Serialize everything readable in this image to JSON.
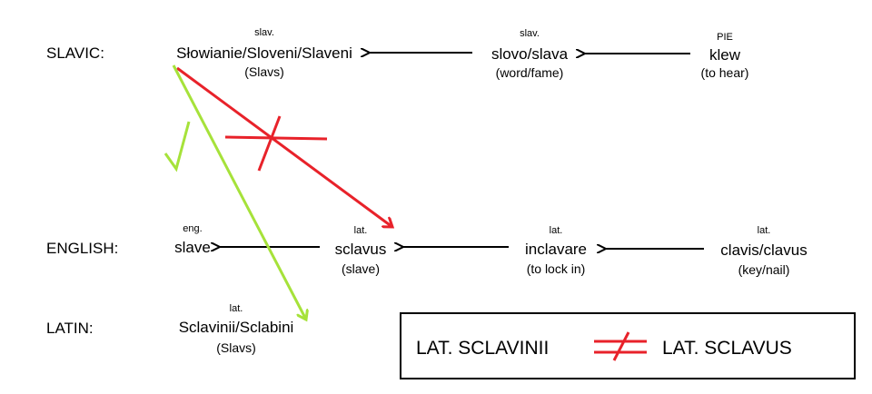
{
  "rows": {
    "slavic": "SLAVIC:",
    "english": "ENGLISH:",
    "latin": "LATIN:"
  },
  "nodes": {
    "slavic_slav": {
      "tag": "slav.",
      "word": "Słowianie/Sloveni/Slaveni",
      "gloss": "(Slavs)"
    },
    "slovo": {
      "tag": "slav.",
      "word": "slovo/slava",
      "gloss": "(word/fame)"
    },
    "klew": {
      "tag": "PIE",
      "word": "klew",
      "gloss": "(to hear)"
    },
    "slave": {
      "tag": "eng.",
      "word": "slave"
    },
    "sclavus": {
      "tag": "lat.",
      "word": "sclavus",
      "gloss": "(slave)"
    },
    "inclavare": {
      "tag": "lat.",
      "word": "inclavare",
      "gloss": "(to lock in)"
    },
    "clavis": {
      "tag": "lat.",
      "word": "clavis/clavus",
      "gloss": "(key/nail)"
    },
    "sclavinii": {
      "tag": "lat.",
      "word": "Sclavinii/Sclabini",
      "gloss": "(Slavs)"
    }
  },
  "legend": {
    "left": "LAT. SCLAVINII",
    "right": "LAT. SCLAVUS",
    "symbol": "not-equal"
  },
  "colors": {
    "arrow": "#000000",
    "wrong": "#e8222a",
    "right": "#a6e23a"
  }
}
